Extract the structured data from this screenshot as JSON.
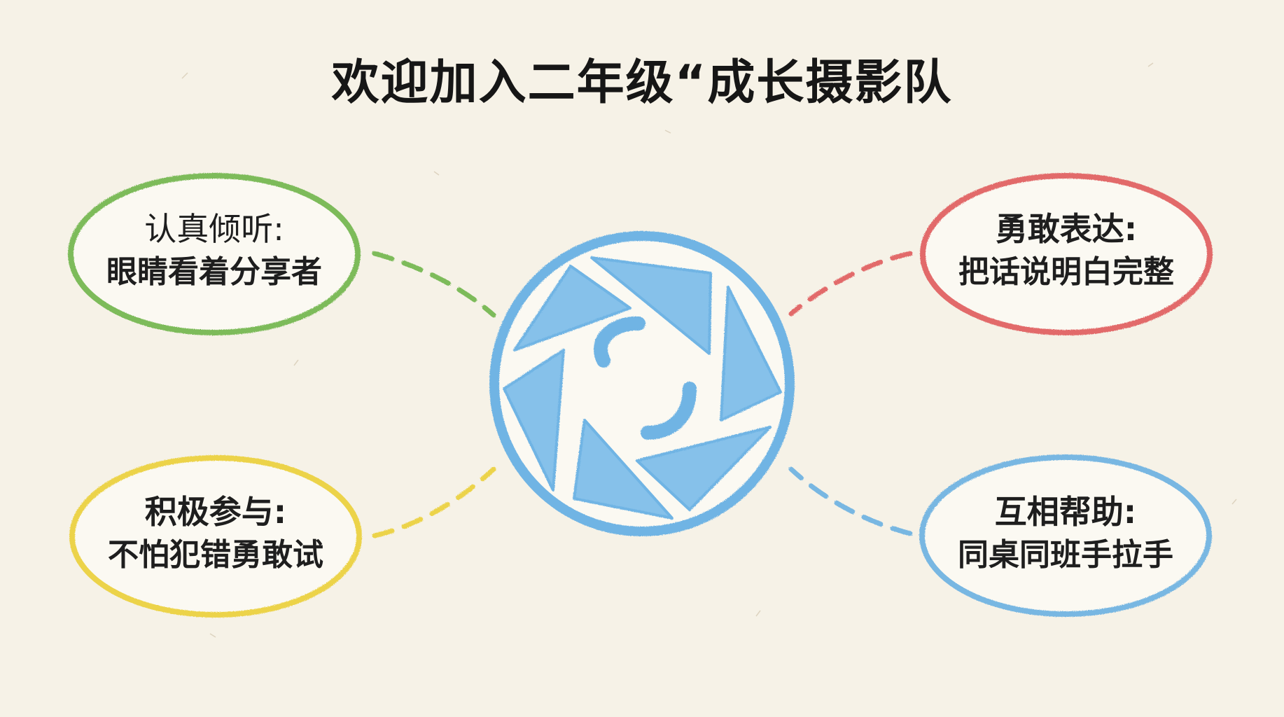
{
  "title": "欢迎加入二年级“成长摄影队",
  "center": {
    "icon": "camera-aperture-icon",
    "color": "#6fb4e4"
  },
  "bubbles": [
    {
      "id": "listen",
      "heading": "认真倾听:",
      "detail": "眼睛看着分享者",
      "color": "#7dbb5a"
    },
    {
      "id": "express",
      "heading": "勇敢表达:",
      "detail": "把话说明白完整",
      "color": "#e26b6b"
    },
    {
      "id": "participate",
      "heading": "积极参与:",
      "detail": "不怕犯错勇敢试",
      "color": "#ecd34a"
    },
    {
      "id": "help",
      "heading": "互相帮助:",
      "detail": "同桌同班手拉手",
      "color": "#78b7e2"
    }
  ]
}
